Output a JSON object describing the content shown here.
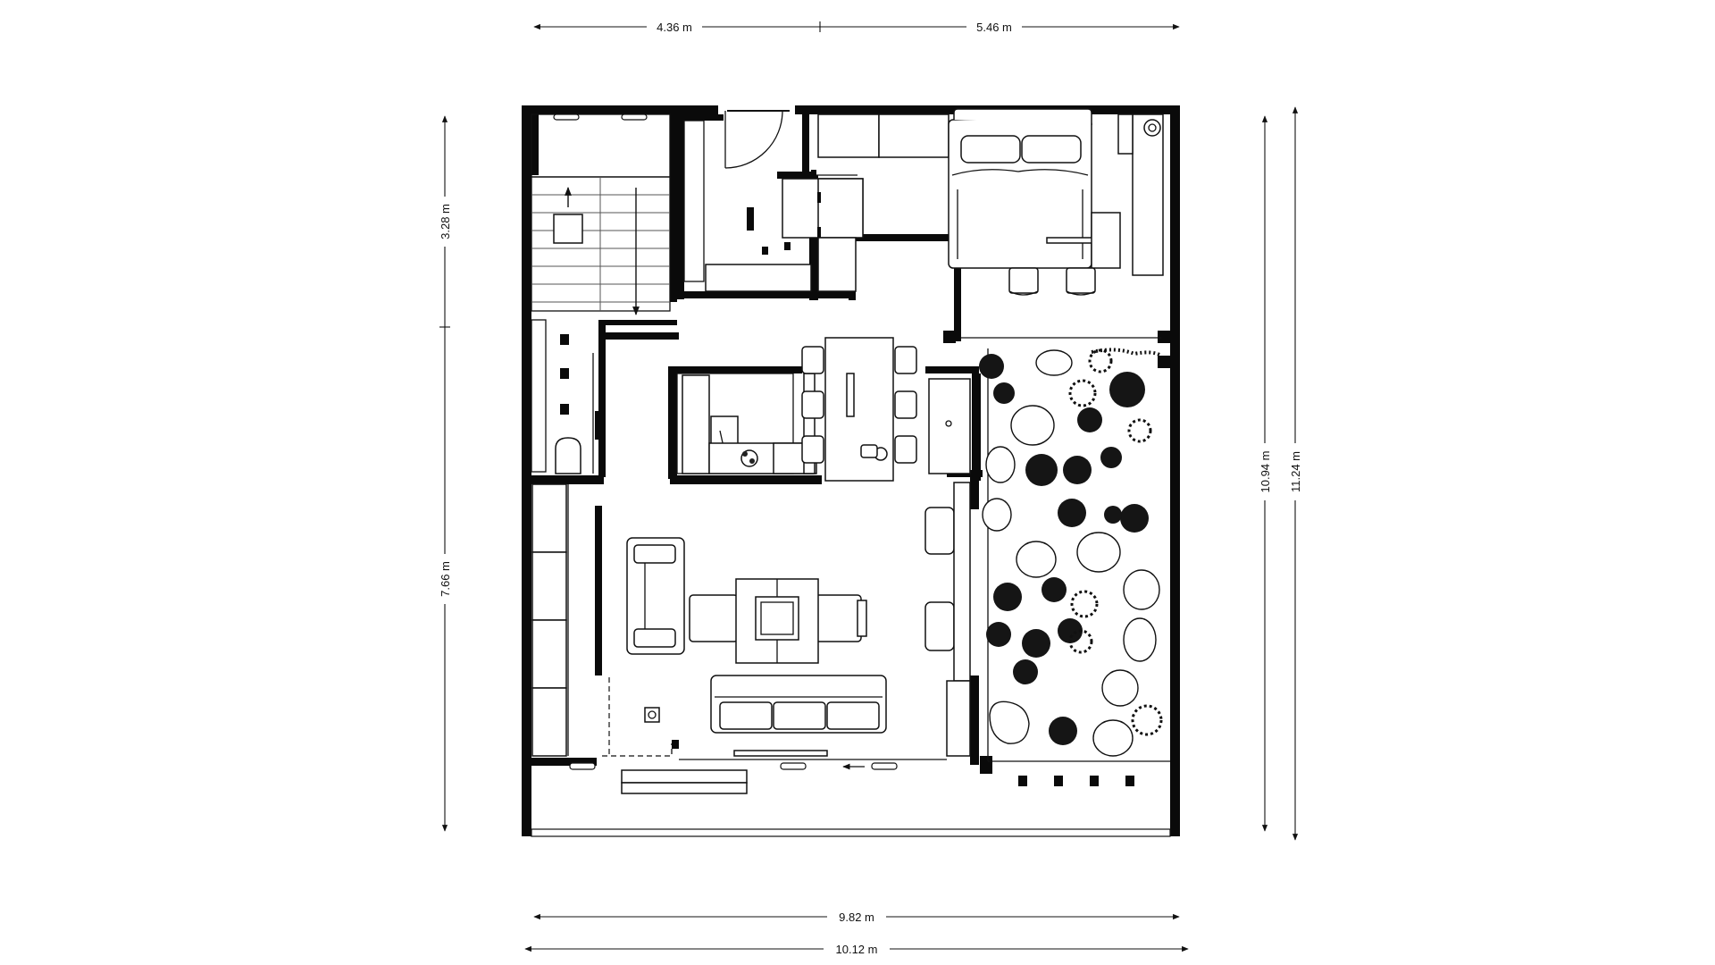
{
  "plan": {
    "colors": {
      "wall": "#0a0a0a",
      "line": "#111111",
      "background": "#ffffff"
    },
    "dimensions": {
      "top_left": "4.36 m",
      "top_right": "5.46 m",
      "bottom_inner": "9.82 m",
      "bottom_outer": "10.12 m",
      "left_upper": "3.28 m",
      "left_lower": "7.66 m",
      "right_inner": "10.94 m",
      "right_outer": "11.24 m"
    }
  }
}
